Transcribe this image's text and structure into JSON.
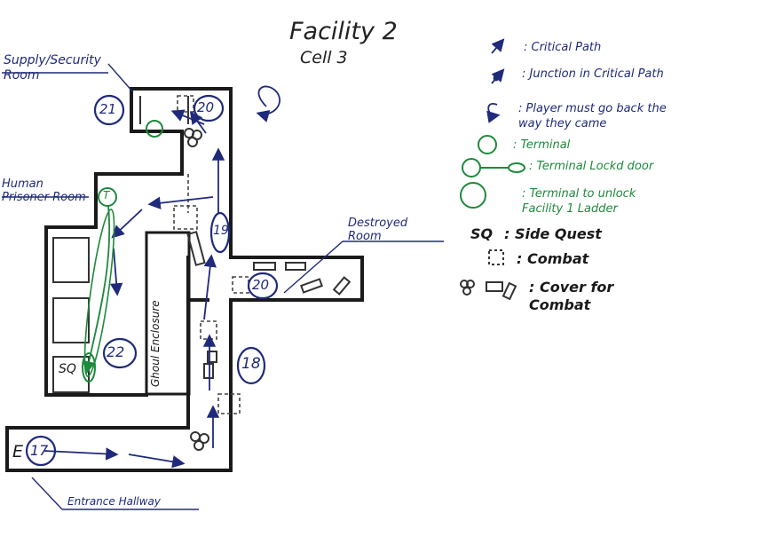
{
  "title": "Facility 2",
  "subtitle": "Cell 3",
  "colors": {
    "ink": "#1a1a1a",
    "blue": "#1f2a7a",
    "green": "#1e8a3c",
    "gray": "#555555"
  },
  "rooms": {
    "supply_security": "Supply/Security\nRoom",
    "human_prisoner": "Human\nPrisoner Room",
    "destroyed": "Destroyed\nRoom",
    "ghoul_enclosure": "Ghoul Enclosure",
    "entrance_hallway": "Entrance Hallway"
  },
  "map_markers": {
    "entrance": "E",
    "n17": "17",
    "n18": "18",
    "n19": "19",
    "n20a": "20",
    "n20b": "20",
    "n21": "21",
    "n22": "22",
    "side_quest": "SQ",
    "terminal": "T"
  },
  "legend": {
    "critical_path": ": Critical Path",
    "junction": ": Junction in Critical Path",
    "go_back": ": Player must go back the way they came",
    "terminal": ": Terminal",
    "terminal_locked": ": Terminal Lockd door",
    "terminal_unlock": ": Terminal to unlock Facility 1 Ladder",
    "side_quest_symbol": "SQ",
    "side_quest": ": Side Quest",
    "combat": ": Combat",
    "cover": ": Cover for Combat"
  }
}
